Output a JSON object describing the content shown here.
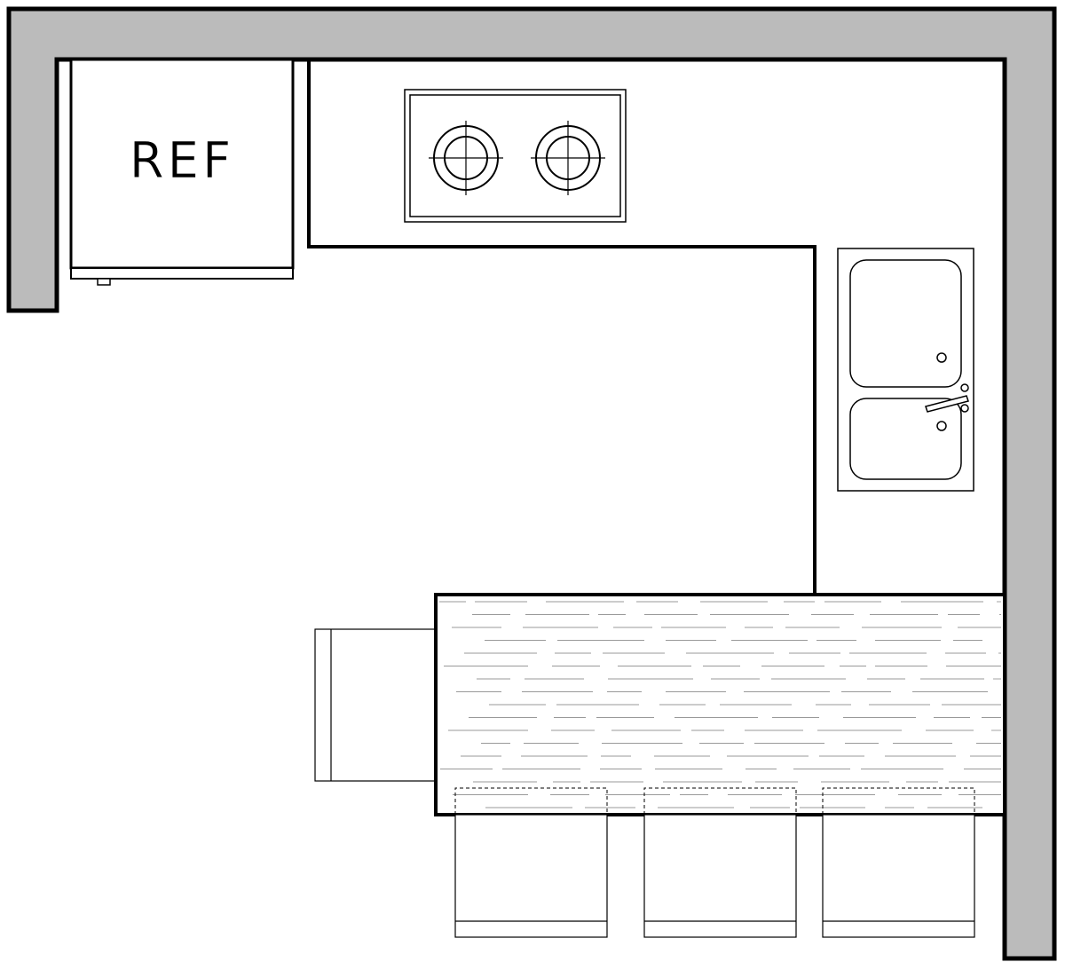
{
  "plan": {
    "colors": {
      "wall_fill": "#bbbbbb",
      "line": "#000000",
      "background": "#ffffff",
      "wood_grain": "#999999"
    },
    "refrigerator": {
      "label": "REF"
    },
    "cooktop": {
      "burner_count": 2
    },
    "sink": {
      "basin_count": 2
    },
    "stools": {
      "side_count": 3,
      "end_count": 1
    }
  }
}
